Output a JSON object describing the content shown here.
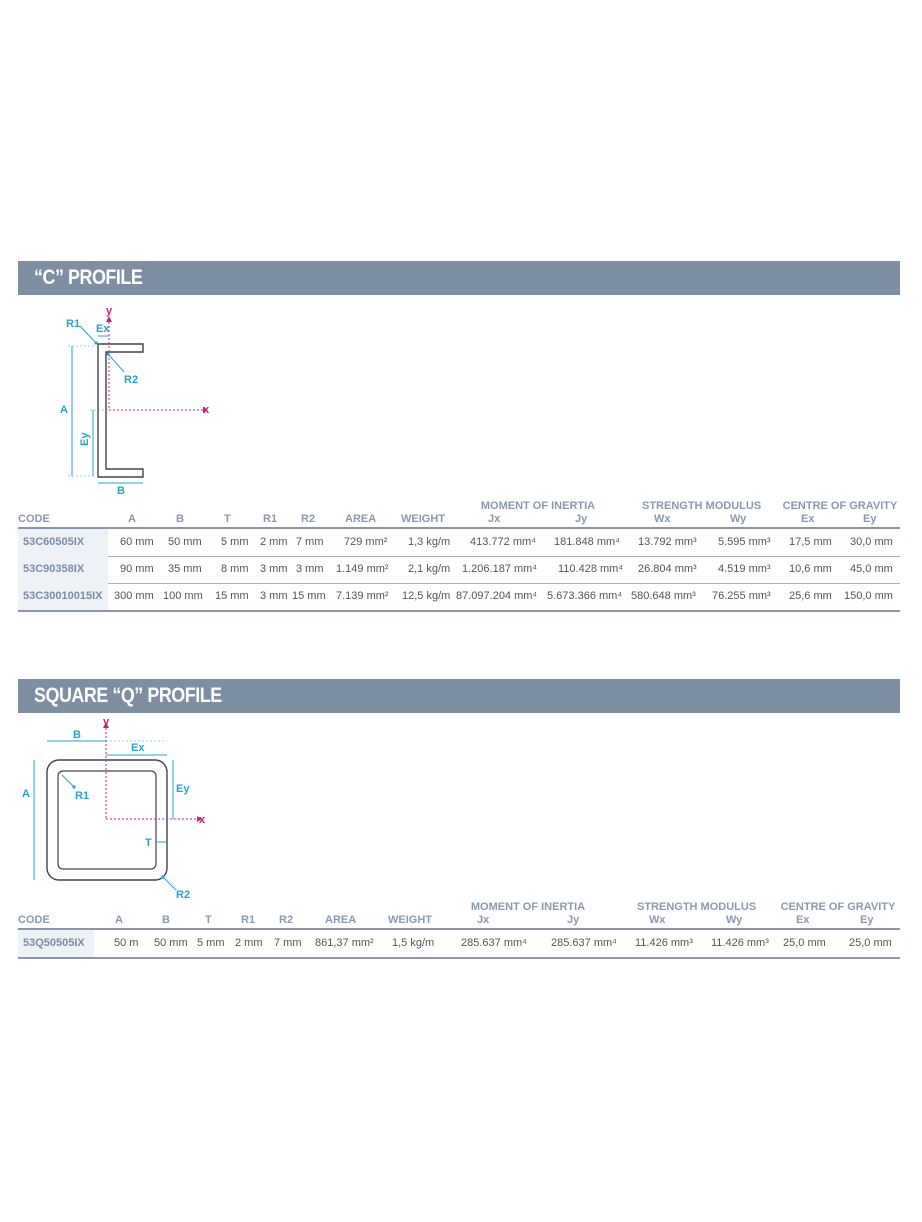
{
  "colors": {
    "band": "#7e8ea3",
    "diagram_dim": "#2aa3c8",
    "diagram_axis": "#c0257a",
    "header": "#8a9aae",
    "code": "#7a8da6"
  },
  "c_profile": {
    "title": "“C” PROFILE",
    "diagram_labels": {
      "r1": "R1",
      "ex": "Ex",
      "y": "y",
      "r2": "R2",
      "x": "x",
      "a": "A",
      "ey": "Ey",
      "b": "B"
    },
    "group_headers": {
      "inertia": "MOMENT OF INERTIA",
      "strength": "STRENGTH MODULUS",
      "gravity": "CENTRE OF GRAVITY"
    },
    "headers": {
      "code": "CODE",
      "a": "A",
      "b": "B",
      "t": "T",
      "r1": "R1",
      "r2": "R2",
      "area": "AREA",
      "weight": "WEIGHT",
      "jx": "Jx",
      "jy": "Jy",
      "wx": "Wx",
      "wy": "Wy",
      "ex": "Ex",
      "ey": "Ey"
    },
    "rows": [
      {
        "code": "53C60505IX",
        "a": "60 mm",
        "b": "50 mm",
        "t": "5 mm",
        "r1": "2 mm",
        "r2": "7 mm",
        "area": "729 mm²",
        "weight": "1,3 kg/m",
        "jx": "413.772 mm⁴",
        "jy": "181.848 mm⁴",
        "wx": "13.792 mm³",
        "wy": "5.595 mm³",
        "ex": "17,5 mm",
        "ey": "30,0 mm"
      },
      {
        "code": "53C90358IX",
        "a": "90 mm",
        "b": "35 mm",
        "t": "8 mm",
        "r1": "3 mm",
        "r2": "3 mm",
        "area": "1.149 mm²",
        "weight": "2,1 kg/m",
        "jx": "1.206.187 mm⁴",
        "jy": "110.428 mm⁴",
        "wx": "26.804 mm³",
        "wy": "4.519 mm³",
        "ex": "10,6 mm",
        "ey": "45,0 mm"
      },
      {
        "code": "53C30010015IX",
        "a": "300 mm",
        "b": "100 mm",
        "t": "15 mm",
        "r1": "3 mm",
        "r2": "15 mm",
        "area": "7.139 mm²",
        "weight": "12,5 kg/m",
        "jx": "87.097.204 mm⁴",
        "jy": "5.673.366 mm⁴",
        "wx": "580.648 mm³",
        "wy": "76.255 mm³",
        "ex": "25,6 mm",
        "ey": "150,0 mm"
      }
    ]
  },
  "q_profile": {
    "title": "SQUARE “Q” PROFILE",
    "diagram_labels": {
      "y": "y",
      "b": "B",
      "ex": "Ex",
      "a": "A",
      "r1": "R1",
      "ey": "Ey",
      "x": "x",
      "t": "T",
      "r2": "R2"
    },
    "group_headers": {
      "inertia": "MOMENT OF INERTIA",
      "strength": "STRENGTH MODULUS",
      "gravity": "CENTRE OF GRAVITY"
    },
    "headers": {
      "code": "CODE",
      "a": "A",
      "b": "B",
      "t": "T",
      "r1": "R1",
      "r2": "R2",
      "area": "AREA",
      "weight": "WEIGHT",
      "jx": "Jx",
      "jy": "Jy",
      "wx": "Wx",
      "wy": "Wy",
      "ex": "Ex",
      "ey": "Ey"
    },
    "rows": [
      {
        "code": "53Q50505IX",
        "a": "50 m",
        "b": "50 mm",
        "t": "5 mm",
        "r1": "2 mm",
        "r2": "7 mm",
        "area": "861,37 mm²",
        "weight": "1,5 kg/m",
        "jx": "285.637 mm⁴",
        "jy": "285.637 mm⁴",
        "wx": "11.426 mm³",
        "wy": "11.426 mm³",
        "ex": "25,0 mm",
        "ey": "25,0 mm"
      }
    ]
  }
}
